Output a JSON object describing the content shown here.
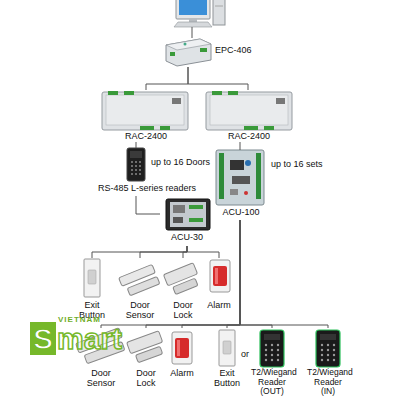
{
  "diagram": {
    "nodes": [
      {
        "text": [
          "EPC-406"
        ]
      },
      {
        "text": [
          "RAC-2400"
        ]
      },
      {
        "text": [
          "RAC-2400"
        ]
      },
      {
        "text": [
          "RS-485 L-series readers"
        ]
      },
      {
        "text": [
          "ACU-100"
        ]
      },
      {
        "text": [
          "ACU-30"
        ]
      },
      {
        "text": [
          "Exit Button"
        ]
      },
      {
        "text": [
          "Door Sensor"
        ]
      },
      {
        "text": [
          "Door Lock"
        ]
      },
      {
        "text": [
          "Alarm"
        ]
      },
      {
        "text": [
          "Door Sensor"
        ]
      },
      {
        "text": [
          "Door Lock"
        ]
      },
      {
        "text": [
          "Alarm"
        ]
      },
      {
        "text": [
          "Exit Button"
        ]
      },
      {
        "text": [
          "T2/Wiegand Reader (OUT)"
        ]
      },
      {
        "text": [
          "T2/Wiegand Reader (IN)"
        ]
      }
    ],
    "edges": [
      {
        "from": 0,
        "to": 1,
        "arrow": "none"
      },
      {
        "from": 0,
        "to": 2,
        "arrow": "none"
      },
      {
        "from": 1,
        "to": 3,
        "arrow": "none"
      },
      {
        "from": 2,
        "to": 4,
        "arrow": "none"
      },
      {
        "from": 3,
        "to": 5,
        "arrow": "none"
      },
      {
        "from": 5,
        "to": 6,
        "arrow": "none"
      },
      {
        "from": 5,
        "to": 7,
        "arrow": "none"
      },
      {
        "from": 5,
        "to": 8,
        "arrow": "none"
      },
      {
        "from": 5,
        "to": 9,
        "arrow": "none"
      },
      {
        "from": 4,
        "to": 10,
        "arrow": "none"
      },
      {
        "from": 4,
        "to": 11,
        "arrow": "none"
      },
      {
        "from": 4,
        "to": 12,
        "arrow": "none"
      },
      {
        "from": 4,
        "to": 13,
        "arrow": "none"
      },
      {
        "from": 4,
        "to": 14,
        "arrow": "none"
      },
      {
        "from": 4,
        "to": 15,
        "arrow": "none"
      }
    ],
    "labels": [
      "up to 16 Doors",
      "up to 16 sets",
      "or",
      "VIETNAM",
      "Smart"
    ]
  }
}
